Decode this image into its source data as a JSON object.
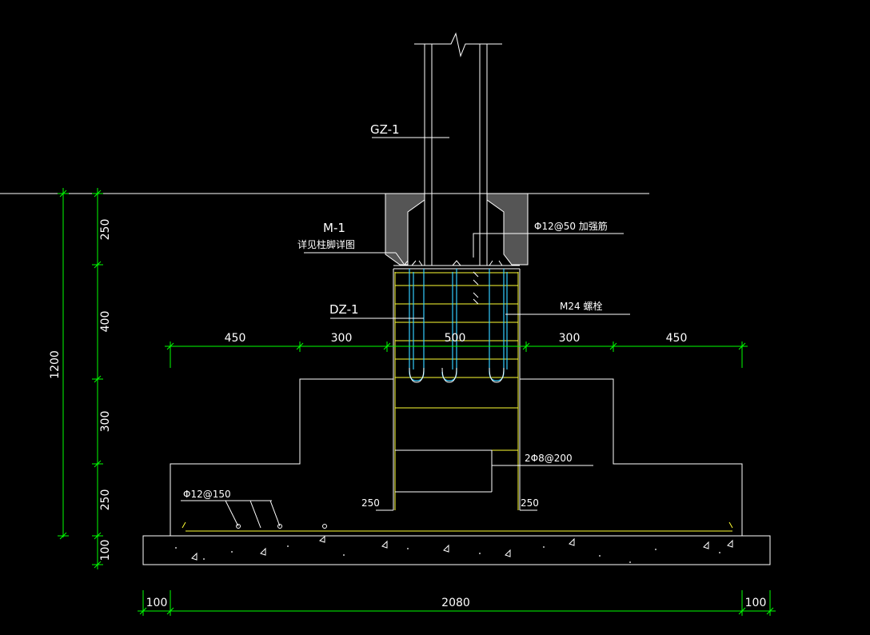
{
  "labels": {
    "gz": "GZ-1",
    "m1": "M-1",
    "m1_note": "详见柱脚详图",
    "dz": "DZ-1",
    "stud": "Φ12@50 加强筋",
    "bolt": "M24 螺栓",
    "stirrup": "2Φ8@200",
    "bottom_rebar": "Φ12@150",
    "left_250": "250",
    "right_250": "250"
  },
  "dims": {
    "v_total": "1200",
    "v_segments": [
      "250",
      "400",
      "300",
      "250",
      "100"
    ],
    "h_top": [
      "450",
      "300",
      "500",
      "300",
      "450"
    ],
    "h_bottom": [
      "100",
      "2080",
      "100"
    ]
  },
  "colors": {
    "background": "#000000",
    "lines": "#ffffff",
    "dimension": "#00ff00",
    "rebar": "#ffff33",
    "bolt": "#33ccff"
  }
}
